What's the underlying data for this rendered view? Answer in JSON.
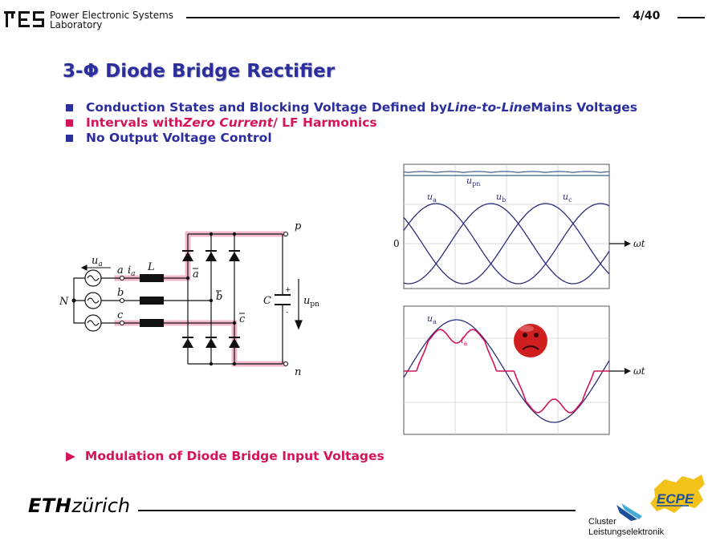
{
  "header": {
    "lab_line1": "Power Electronic Systems",
    "lab_line2": "Laboratory",
    "page_number": "4/40"
  },
  "title": "3-Φ Diode Bridge Rectifier",
  "bullets": [
    {
      "parts": [
        "Conduction States and Blocking Voltage Defined by ",
        "Line-to-Line",
        " Mains Voltages"
      ]
    },
    {
      "parts": [
        "Intervals with ",
        "Zero Current",
        " / LF Harmonics"
      ]
    },
    {
      "parts": [
        "No Output Voltage Control"
      ]
    }
  ],
  "circuit": {
    "labels": {
      "ua": "u",
      "ua_sub": "a",
      "ia": "i",
      "ia_sub": "a",
      "node_a": "a",
      "node_b": "b",
      "node_c": "c",
      "N": "N",
      "L": "L",
      "abar": "a",
      "bbar": "b",
      "cbar": "c",
      "p": "p",
      "n": "n",
      "C": "C",
      "plus": "+",
      "minus": "-",
      "upn": "u",
      "upn_sub": "pn"
    }
  },
  "plots": {
    "top": {
      "upn_label": "u",
      "upn_sub": "pn",
      "ua": "u",
      "ua_sub": "a",
      "ub": "u",
      "ub_sub": "b",
      "uc": "u",
      "uc_sub": "c",
      "zero": "0",
      "x_label": "ωt"
    },
    "bottom": {
      "ua": "u",
      "ua_sub": "a",
      "ia": "i",
      "ia_sub": "a",
      "x_label": "ωt"
    },
    "colors": {
      "voltage": "#2b2e7a",
      "current": "#d4145a",
      "dc": "#3a5f8f"
    }
  },
  "arrow_text": "Modulation of Diode Bridge Input Voltages",
  "footer": {
    "eth_bold": "ETH",
    "eth_light": "zürich",
    "ecpe": "ECPE",
    "cluster_line1": "Cluster",
    "cluster_line2": "Leistungselektronik"
  },
  "colors": {
    "title_blue": "#2b2e9c",
    "accent_pink": "#d4145a"
  }
}
